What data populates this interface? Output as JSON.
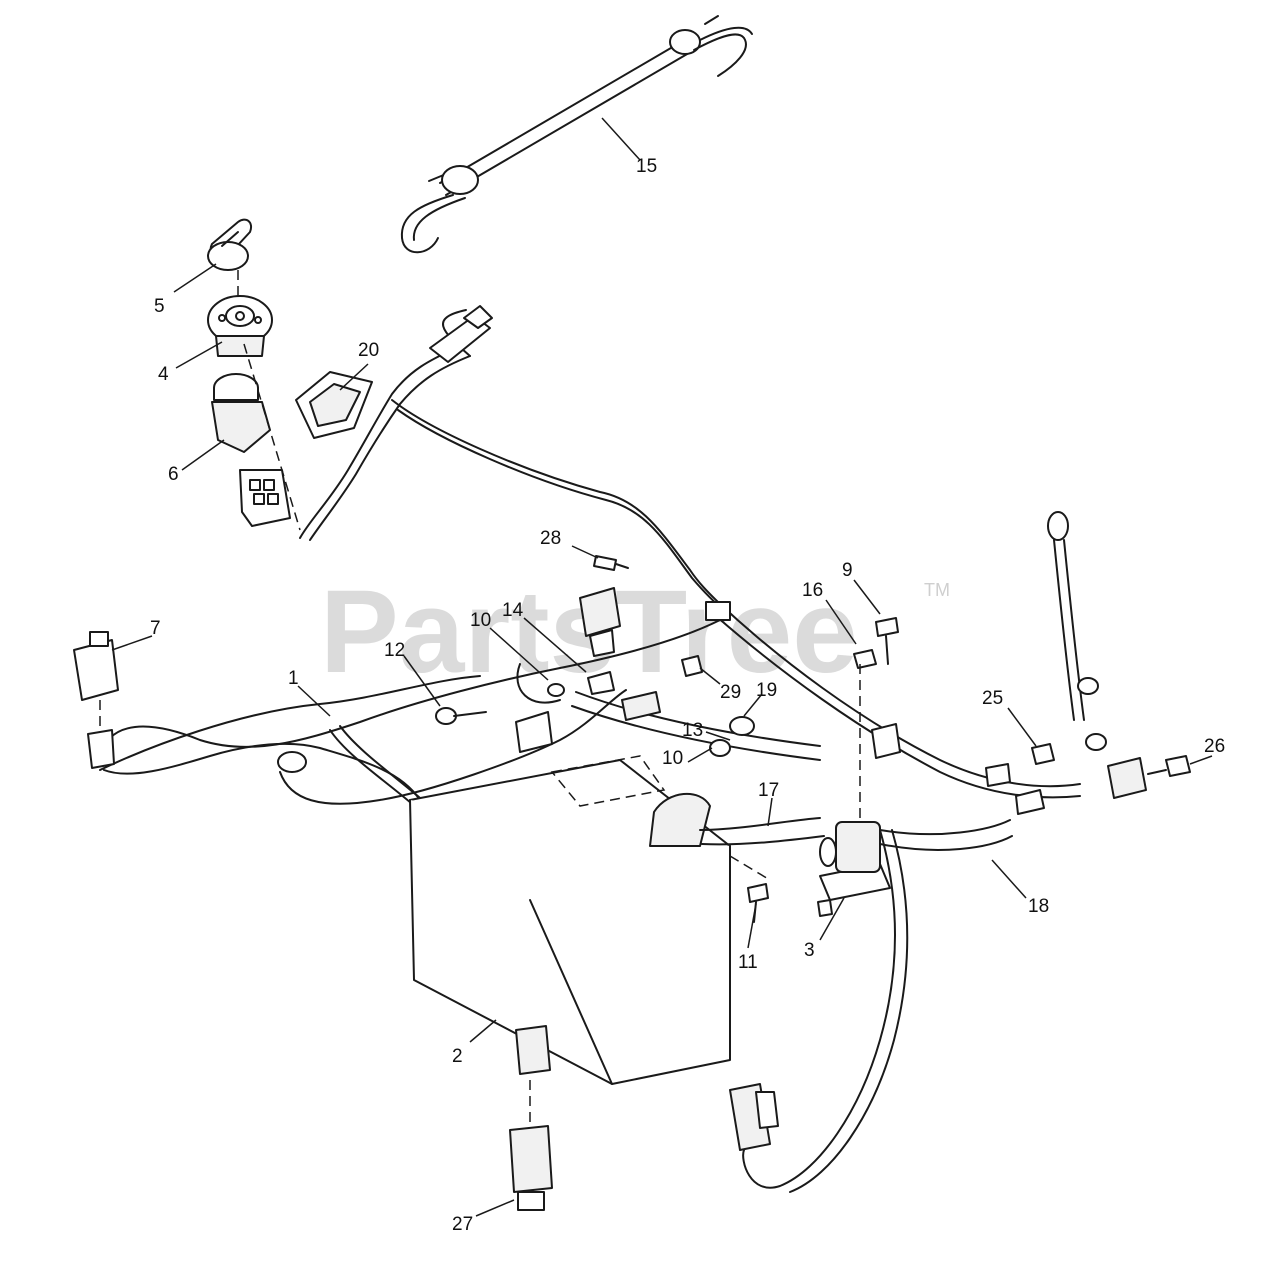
{
  "watermark": {
    "brand": "PartsTree",
    "trademark": "TM"
  },
  "callouts": [
    {
      "id": "c15",
      "label": "15",
      "part": "tie-strap"
    },
    {
      "id": "c5",
      "label": "5",
      "part": "ignition-key"
    },
    {
      "id": "c4",
      "label": "4",
      "part": "ignition-switch"
    },
    {
      "id": "c20",
      "label": "20",
      "part": "hour-meter"
    },
    {
      "id": "c6",
      "label": "6",
      "part": "pto-switch"
    },
    {
      "id": "c28",
      "label": "28",
      "part": "screw"
    },
    {
      "id": "c9",
      "label": "9",
      "part": "bolt"
    },
    {
      "id": "c16",
      "label": "16",
      "part": "nut"
    },
    {
      "id": "c7",
      "label": "7",
      "part": "relay"
    },
    {
      "id": "c10a",
      "label": "10",
      "part": "washer"
    },
    {
      "id": "c14",
      "label": "14",
      "part": "wing-nut"
    },
    {
      "id": "c12",
      "label": "12",
      "part": "carriage-bolt"
    },
    {
      "id": "c1",
      "label": "1",
      "part": "main-wire-harness"
    },
    {
      "id": "c29",
      "label": "29",
      "part": "nut"
    },
    {
      "id": "c19",
      "label": "19",
      "part": "battery-cable"
    },
    {
      "id": "c25",
      "label": "25",
      "part": "nut"
    },
    {
      "id": "c26",
      "label": "26",
      "part": "bolt"
    },
    {
      "id": "c13",
      "label": "13",
      "part": "washer"
    },
    {
      "id": "c10b",
      "label": "10",
      "part": "washer"
    },
    {
      "id": "c17",
      "label": "17",
      "part": "battery-cable"
    },
    {
      "id": "c18",
      "label": "18",
      "part": "ground-cable"
    },
    {
      "id": "c11",
      "label": "11",
      "part": "bolt"
    },
    {
      "id": "c3",
      "label": "3",
      "part": "starter-solenoid"
    },
    {
      "id": "c2",
      "label": "2",
      "part": "battery"
    },
    {
      "id": "c27",
      "label": "27",
      "part": "seat-switch"
    }
  ]
}
